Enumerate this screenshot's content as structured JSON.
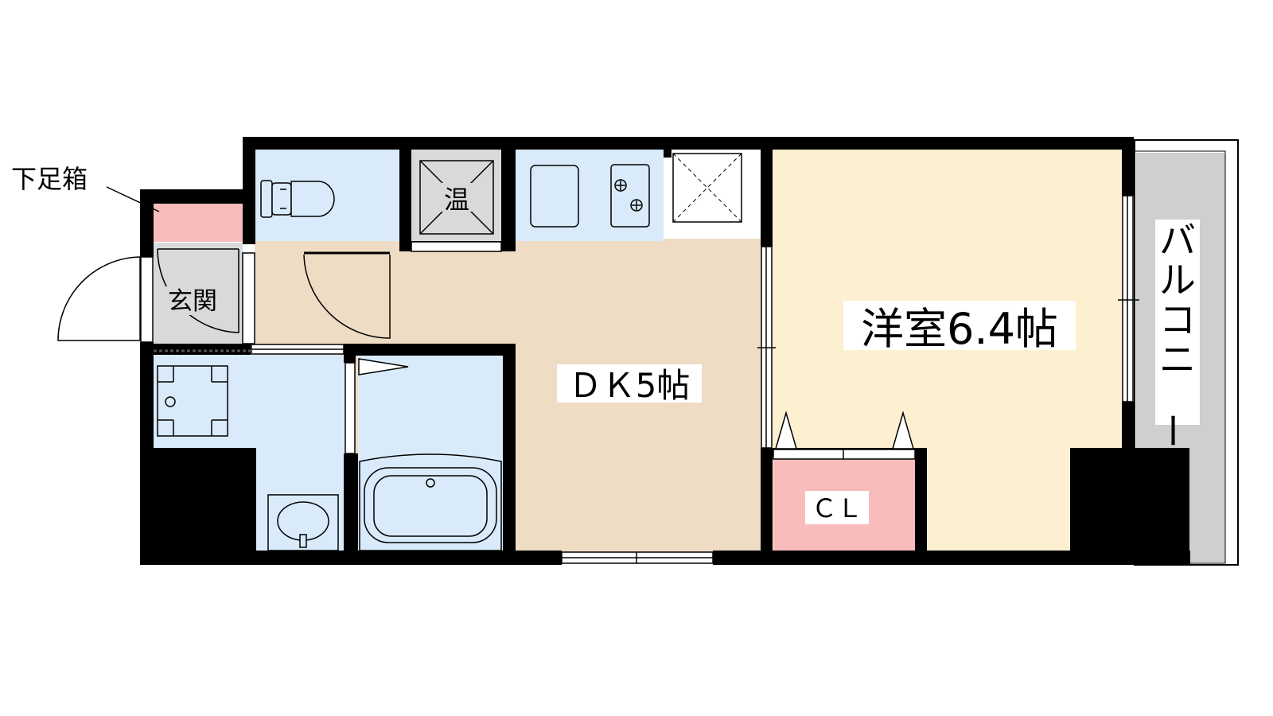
{
  "labels": {
    "shoe_box": "下足箱",
    "entrance": "玄関",
    "water_heater": "温",
    "dining_kitchen": "ＤＫ5帖",
    "western_room": "洋室6.4帖",
    "closet": "ＣＬ",
    "balcony": "バルコニー"
  },
  "colors": {
    "wet_area": "#d9ebfa",
    "dk_floor": "#eedcc4",
    "room_floor": "#fdf0d0",
    "storage": "#f9bcbc",
    "entrance_floor": "#d9d9d9",
    "balcony_floor": "#cfcfcf",
    "wall": "#000000"
  }
}
